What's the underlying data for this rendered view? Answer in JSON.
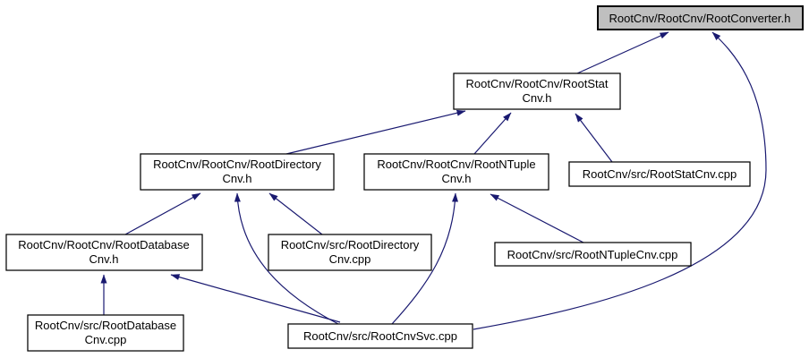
{
  "diagram": {
    "type": "include-dependency-graph",
    "background_color": "#ffffff",
    "edge_color": "#191970",
    "node_border_color": "#000000",
    "node_fill_color": "#ffffff",
    "highlight_fill_color": "#bfbfbf",
    "nodes": {
      "converter": {
        "label": "RootCnv/RootCnv/RootConverter.h",
        "highlighted": true
      },
      "stat": {
        "line1": "RootCnv/RootCnv/RootStat",
        "line2": "Cnv.h"
      },
      "directory": {
        "line1": "RootCnv/RootCnv/RootDirectory",
        "line2": "Cnv.h"
      },
      "ntuple": {
        "line1": "RootCnv/RootCnv/RootNTuple",
        "line2": "Cnv.h"
      },
      "stat_cpp": {
        "label": "RootCnv/src/RootStatCnv.cpp"
      },
      "database": {
        "line1": "RootCnv/RootCnv/RootDatabase",
        "line2": "Cnv.h"
      },
      "directory_cpp": {
        "line1": "RootCnv/src/RootDirectory",
        "line2": "Cnv.cpp"
      },
      "ntuple_cpp": {
        "label": "RootCnv/src/RootNTupleCnv.cpp"
      },
      "database_cpp": {
        "line1": "RootCnv/src/RootDatabase",
        "line2": "Cnv.cpp"
      },
      "cnvsvc": {
        "label": "RootCnv/src/RootCnvSvc.cpp"
      }
    },
    "edges": [
      {
        "from": "RootCnv/RootCnv/RootStatCnv.h",
        "to": "RootCnv/RootCnv/RootConverter.h"
      },
      {
        "from": "RootCnv/src/RootCnvSvc.cpp",
        "to": "RootCnv/RootCnv/RootConverter.h"
      },
      {
        "from": "RootCnv/RootCnv/RootDirectoryCnv.h",
        "to": "RootCnv/RootCnv/RootStatCnv.h"
      },
      {
        "from": "RootCnv/RootCnv/RootNTupleCnv.h",
        "to": "RootCnv/RootCnv/RootStatCnv.h"
      },
      {
        "from": "RootCnv/src/RootStatCnv.cpp",
        "to": "RootCnv/RootCnv/RootStatCnv.h"
      },
      {
        "from": "RootCnv/RootCnv/RootDatabaseCnv.h",
        "to": "RootCnv/RootCnv/RootDirectoryCnv.h"
      },
      {
        "from": "RootCnv/src/RootCnvSvc.cpp",
        "to": "RootCnv/RootCnv/RootDirectoryCnv.h"
      },
      {
        "from": "RootCnv/src/RootDirectoryCnv.cpp",
        "to": "RootCnv/RootCnv/RootDirectoryCnv.h"
      },
      {
        "from": "RootCnv/src/RootCnvSvc.cpp",
        "to": "RootCnv/RootCnv/RootNTupleCnv.h"
      },
      {
        "from": "RootCnv/src/RootNTupleCnv.cpp",
        "to": "RootCnv/RootCnv/RootNTupleCnv.h"
      },
      {
        "from": "RootCnv/src/RootDatabaseCnv.cpp",
        "to": "RootCnv/RootCnv/RootDatabaseCnv.h"
      },
      {
        "from": "RootCnv/src/RootCnvSvc.cpp",
        "to": "RootCnv/RootCnv/RootDatabaseCnv.h"
      }
    ]
  }
}
